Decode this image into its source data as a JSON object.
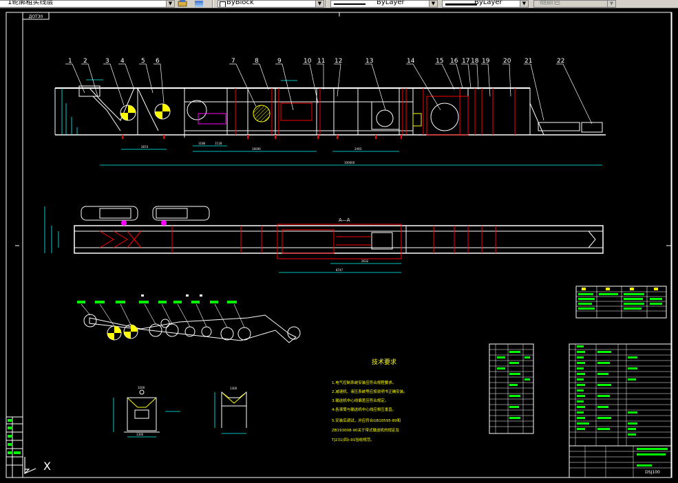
{
  "toolbar": {
    "layer_name": "1轮廓粗实线层",
    "color_value": "ByBlock",
    "linetype_value": "ByLayer",
    "lineweight_value": "ByLayer",
    "plotstyle_value": "随颜色"
  },
  "drawing": {
    "frame_code": "ДОТ30",
    "part_numbers": [
      "1",
      "2",
      "3",
      "4",
      "5",
      "6",
      "7",
      "8",
      "9",
      "10",
      "11",
      "12",
      "13",
      "14",
      "15",
      "16",
      "17",
      "18",
      "19",
      "20",
      "21",
      "22"
    ],
    "section_label": "A—A",
    "tech_requirements_title": "技术要求",
    "tech_requirements": [
      "1.电气控制系统安装应符合规程要求。",
      "2.减速机、液压系统等应按说明书正确安装。",
      "3.输送机中心线偏差应符合规定。",
      "4.各滚筒与输送机中心线应相互垂直。",
      "5.安装后调试，并应符合GB10595-89和",
      "  ZB193008-90关于带式输送机的规定及",
      "  TJ231(四)-91验收规范。"
    ],
    "title_block_name": "DSJ100"
  },
  "ucs": {
    "x_label": "X"
  }
}
